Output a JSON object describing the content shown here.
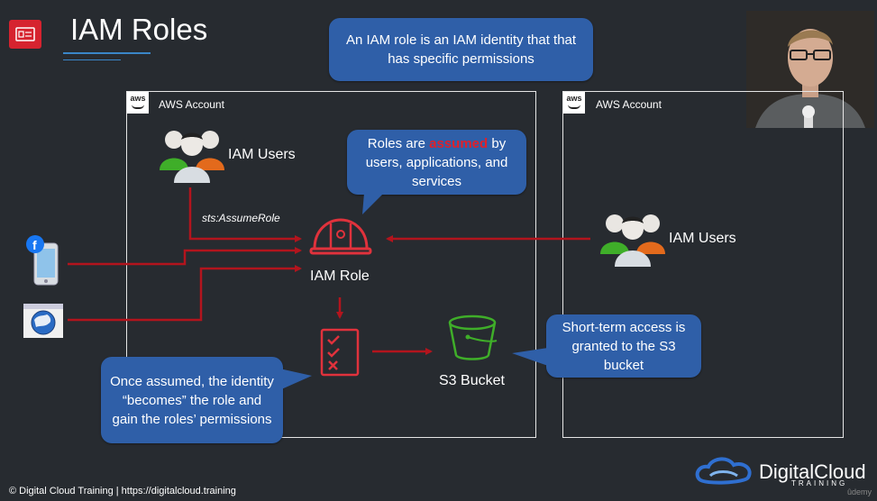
{
  "title": "IAM Roles",
  "callouts": {
    "definition": "An IAM role is an IAM identity that that has specific permissions",
    "assumed_prefix": "Roles are ",
    "assumed_highlight": "assumed",
    "assumed_suffix": " by users, applications, and services",
    "becomes": "Once assumed, the identity “becomes” the role and gain the roles’ permissions",
    "short_term": "Short-term access is granted to the S3 bucket"
  },
  "accounts": {
    "left_label": "AWS Account",
    "right_label": "AWS Account",
    "logo_text": "aws"
  },
  "labels": {
    "iam_users_left": "IAM Users",
    "iam_users_right": "IAM Users",
    "sts_action": "sts:AssumeRole",
    "iam_role": "IAM Role",
    "s3_bucket": "S3 Bucket"
  },
  "footer": {
    "copyright": "© Digital Cloud Training  |  https://digitalcloud.training",
    "brand": "DigitalCloud",
    "brand_sub": "TRAINING",
    "udemy": "ûdemy"
  },
  "colors": {
    "background": "#272b30",
    "callout": "#2f5fa8",
    "arrow": "#b3141d",
    "role_icon": "#e0323c",
    "bucket_icon": "#3fae29",
    "highlight": "#e0202a"
  },
  "icons": {
    "iam_badge": "iam-badge-icon",
    "users": "user-group-icon",
    "role": "hard-hat-icon",
    "policy": "checklist-icon",
    "bucket": "s3-bucket-icon",
    "mobile": "mobile-phone-icon",
    "browser": "web-browser-icon"
  }
}
